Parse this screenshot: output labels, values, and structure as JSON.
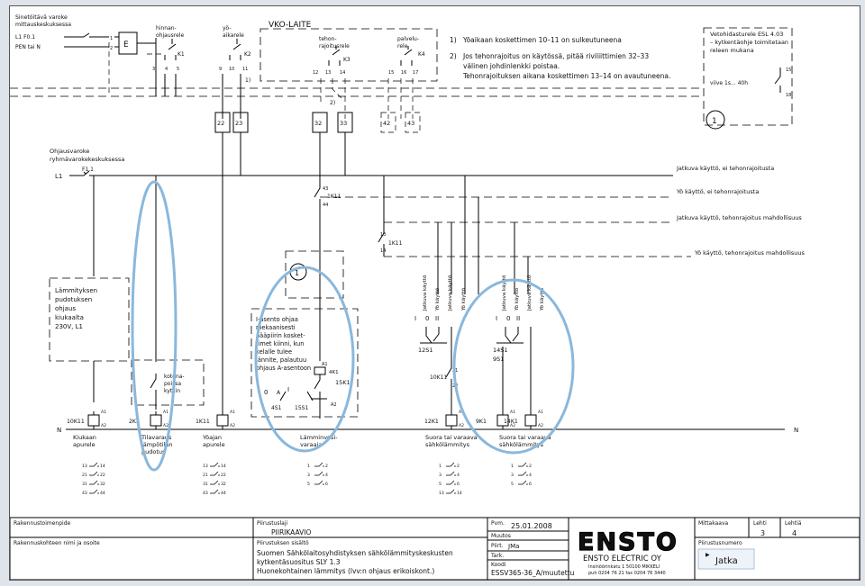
{
  "top": {
    "source_label": [
      "Sinetöitävä varoke",
      "mittauskeskuksessa"
    ],
    "l1_label": "L1  F0.1",
    "pen_label": "PEN tai N",
    "timer_box": "E",
    "vko_laite": "VKO-LAITE",
    "cols": [
      {
        "title": [
          "hinnan-",
          "ohjausrele"
        ],
        "relay": "K1",
        "pins": [
          "3",
          "4",
          "5"
        ]
      },
      {
        "title": [
          "yö-",
          "aikarele"
        ],
        "relay": "K2",
        "pins": [
          "9",
          "10",
          "11"
        ]
      },
      {
        "title": [
          "tehon-",
          "rajoitusrele"
        ],
        "relay": "K3",
        "pins": [
          "12",
          "13",
          "14"
        ]
      },
      {
        "title": [
          "palvelu-",
          "rele"
        ],
        "relay": "K4",
        "pins": [
          "15",
          "16",
          "17"
        ]
      }
    ],
    "pin12": [
      "1",
      "2"
    ],
    "mark1": "1)",
    "mark2": "2)"
  },
  "notes": [
    {
      "num": "1)",
      "text": "Yöaikaan koskettimen 10–11 on sulkeutuneena"
    },
    {
      "num": "2)",
      "text": "Jos tehonrajoitus on käytössä, pitää riviliittimien 32–33"
    },
    {
      "num": "",
      "text": "välinen johdinlenkki poistaa."
    },
    {
      "num": "",
      "text": "Tehonrajoituksen aikana koskettimen 13–14 on avautuneena."
    }
  ],
  "veto": {
    "lines": [
      "Vetohidasturele ESL 4.03",
      "– kytkentäohje toimitetaan",
      "releen mukana"
    ],
    "time": "viive 1s... 40h",
    "p15": "15",
    "p18": "18"
  },
  "terminals": [
    "22",
    "23",
    "32",
    "33",
    "42",
    "43"
  ],
  "circle_num": "1",
  "group": {
    "label": [
      "Ohjausvaroke",
      "ryhmävarokekeskuksessa"
    ],
    "l1": "L1",
    "fuse": "F1.1"
  },
  "rails": [
    "Jatkuva käyttö, ei tehonrajoitusta",
    "Yö käyttö, ei tehonrajoitusta",
    "Jatkuva käyttö, tehonrajoitus mahdollisuus",
    "Yö käyttö, tehonrajoitus mahdollisuus"
  ],
  "contacts": {
    "k11_43": [
      "43",
      "1K11",
      "44"
    ],
    "k11_13": [
      "13",
      "1K11",
      "14"
    ]
  },
  "heat_note": [
    "Lämmityksen",
    "pudotuksen",
    "ohjaus",
    "kiukaalta",
    "230V, L1"
  ],
  "kotona": [
    "kotona-",
    "poissa",
    "kytkin"
  ],
  "iswitch": [
    "I-asento ohjaa",
    "mekaanisesti",
    "pääpiirin kosket-",
    "timet kiinni, kun",
    "kelalle tulee",
    "jännite, palautuu",
    "ohjaus A-asentoon"
  ],
  "switch_symbols": {
    "o": "0",
    "a": "A",
    "i": "I",
    "s4": "4S1",
    "s5": "15S1",
    "k15": "15K1",
    "k4": "4K1",
    "a1": "A1",
    "a2": "A2"
  },
  "selector": {
    "labels": [
      "Jatkuva käyttö",
      "Yö käyttö",
      "Jatkuva käyttö",
      "Yö käyttö"
    ],
    "labels2": [
      "Jatkuva käyttö",
      "Yö käyttö",
      "Jatkuva käyttö",
      "Yö käyttö"
    ],
    "s12": "12S1",
    "s14": "14S1",
    "s9": "9S1",
    "pos": [
      "I",
      "0",
      "II"
    ],
    "k10": [
      "21",
      "10K11",
      "22"
    ]
  },
  "coils": {
    "n_left": "N",
    "n_right": "N",
    "items": [
      "10K11",
      "2K2",
      "1K11",
      "12K1",
      "9K1",
      "14K1"
    ],
    "a1": "A1",
    "a2": "A2"
  },
  "bottom_labels": [
    [
      "Kiukaan",
      "apurele"
    ],
    [
      "Tilavaraus",
      "lämpötilan",
      "pudotus"
    ],
    [
      "Yöajan",
      "apurele"
    ],
    [
      "Lämminvesi-",
      "varaaja"
    ],
    [
      "Suora tai varaava",
      "sähkölämmitys"
    ],
    [
      "Suora tai varaava",
      "sähkölämmitys"
    ]
  ],
  "contact_tables": [
    [
      "13",
      "14",
      "21",
      "22",
      "31",
      "32",
      "43",
      "44"
    ],
    [
      "13",
      "14",
      "21",
      "22",
      "31",
      "32",
      "43",
      "44"
    ],
    [
      "1",
      "2",
      "3",
      "4",
      "5",
      "6"
    ],
    [
      "1",
      "2",
      "3",
      "4",
      "5",
      "6",
      "13",
      "14"
    ],
    [
      "1",
      "2",
      "3",
      "4",
      "5",
      "6"
    ]
  ],
  "title_block": {
    "rakennustoimenpide": "Rakennustoimenpide",
    "rakennuskohde": "Rakennuskohteen nimi ja osoite",
    "piirustuslaji_label": "Piirustuslaji",
    "piirustuslaji": "PIIRIKAAVIO",
    "sisalto_label": "Piirustuksen sisältö",
    "sisalto": [
      "Suomen Sähkölaitosyhdistyksen sähkölämmityskeskusten",
      "kytkentäsuositus SLY 1.3",
      "Huonekohtainen lämmitys (lvv:n ohjaus erikoiskont.)"
    ],
    "pvm_label": "Pvm.",
    "pvm": "25.01.2008",
    "muutos_label": "Muutos",
    "piirt_label": "Piirt.",
    "piirt": "JMa",
    "tark_label": "Tark.",
    "koodi_label": "Koodi",
    "koodi": "ESSV365-36_A/muutettu",
    "logo": "ENSTO",
    "company": "ENSTO ELECTRIC OY",
    "address": "Insinöörinkatu 1   50100 MIKKELI",
    "phone": "puh 0204 76 21  fax 0204 76 3440",
    "mittakaava_label": "Mittakaava",
    "lehti_label": "Lehti",
    "lehti": "3",
    "lehtia_label": "Lehtiä",
    "lehtia": "4",
    "numero_label": "Piirustusnumero",
    "jatka": "Jatka"
  }
}
